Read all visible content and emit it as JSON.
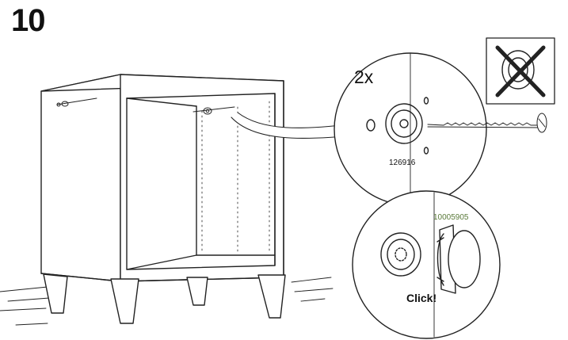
{
  "step": {
    "number": "10"
  },
  "detail_top": {
    "quantity": "2x",
    "part_number": "126916"
  },
  "detail_bottom": {
    "part_number": "10005905",
    "action_text": "Click!"
  },
  "warning_box": {
    "icon": "crossed-out-cam-icon"
  }
}
